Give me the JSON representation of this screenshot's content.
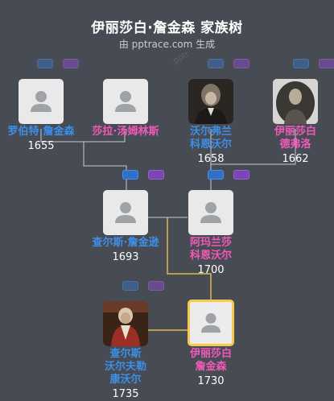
{
  "header": {
    "title": "伊丽莎白·詹金森 家族树",
    "subtitle": "由 pptrace.com 生成",
    "watermark": "pptr"
  },
  "colors": {
    "background": "#474b53",
    "male": "#3d8fe8",
    "female": "#f25ab9",
    "selected_border": "#f6c94f",
    "line": "#c9ccd2",
    "highlight_line": "#e0b84a"
  },
  "people": {
    "robert": {
      "name": "罗伯特·詹金森",
      "year": "1655",
      "gender": "male"
    },
    "sarah": {
      "name": "莎拉·汤姆林斯",
      "year": "",
      "gender": "female"
    },
    "walter": {
      "name_line1": "沃尔弗兰",
      "name_line2": "科恩沃尔",
      "year": "1658",
      "gender": "male"
    },
    "elizabeth_d": {
      "name_line1": "伊丽莎白",
      "name_line2": "德弗洛",
      "year": "1662",
      "gender": "female"
    },
    "charles": {
      "name": "查尔斯·詹金逊",
      "year": "1693",
      "gender": "male"
    },
    "amarantha": {
      "name_line1": "阿玛兰莎",
      "name_line2": "科恩沃尔",
      "year": "1700",
      "gender": "female"
    },
    "charles_c": {
      "name_line1": "查尔斯",
      "name_line2": "沃尔夫勒",
      "name_line3": "康沃尔",
      "year": "1735",
      "gender": "male"
    },
    "elizabeth_j": {
      "name_line1": "伊丽莎白",
      "name_line2": "詹金森",
      "year": "1730",
      "gender": "female",
      "selected": true
    }
  }
}
